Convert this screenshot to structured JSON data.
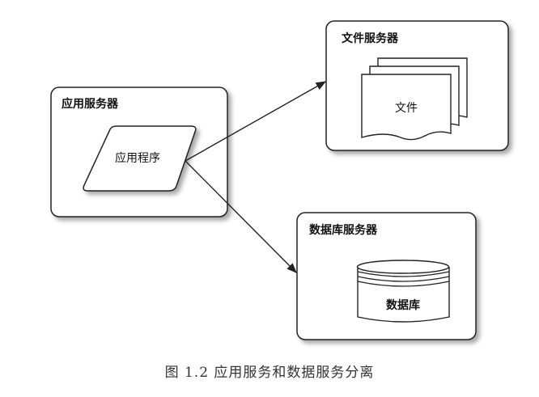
{
  "app_server": {
    "title": "应用服务器",
    "program": "应用程序"
  },
  "file_server": {
    "title": "文件服务器",
    "files": "文件"
  },
  "db_server": {
    "title": "数据库服务器",
    "database": "数据库"
  },
  "caption": "图 1.2    应用服务和数据服务分离"
}
